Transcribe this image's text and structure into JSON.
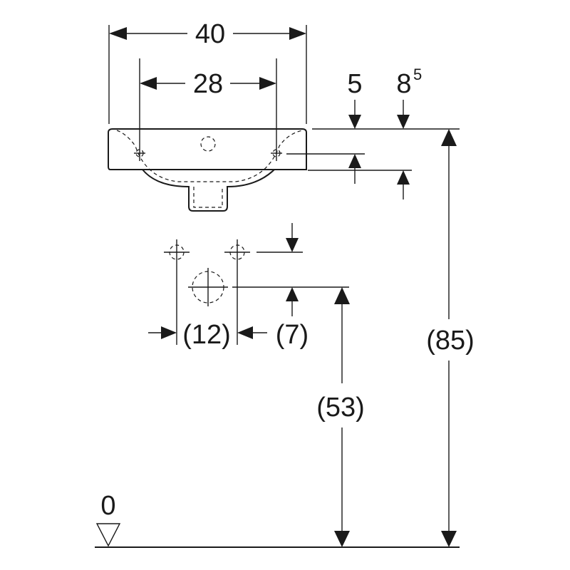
{
  "dimensions": {
    "overall_width": "40",
    "tap_hole_spacing": "28",
    "rim_offset_a": "5",
    "rim_offset_b_base": "8",
    "rim_offset_b_sup": "5",
    "supply_spacing": "(12)",
    "supply_offset": "(7)",
    "waste_height": "(53)",
    "rim_height": "(85)",
    "floor_level": "0"
  }
}
